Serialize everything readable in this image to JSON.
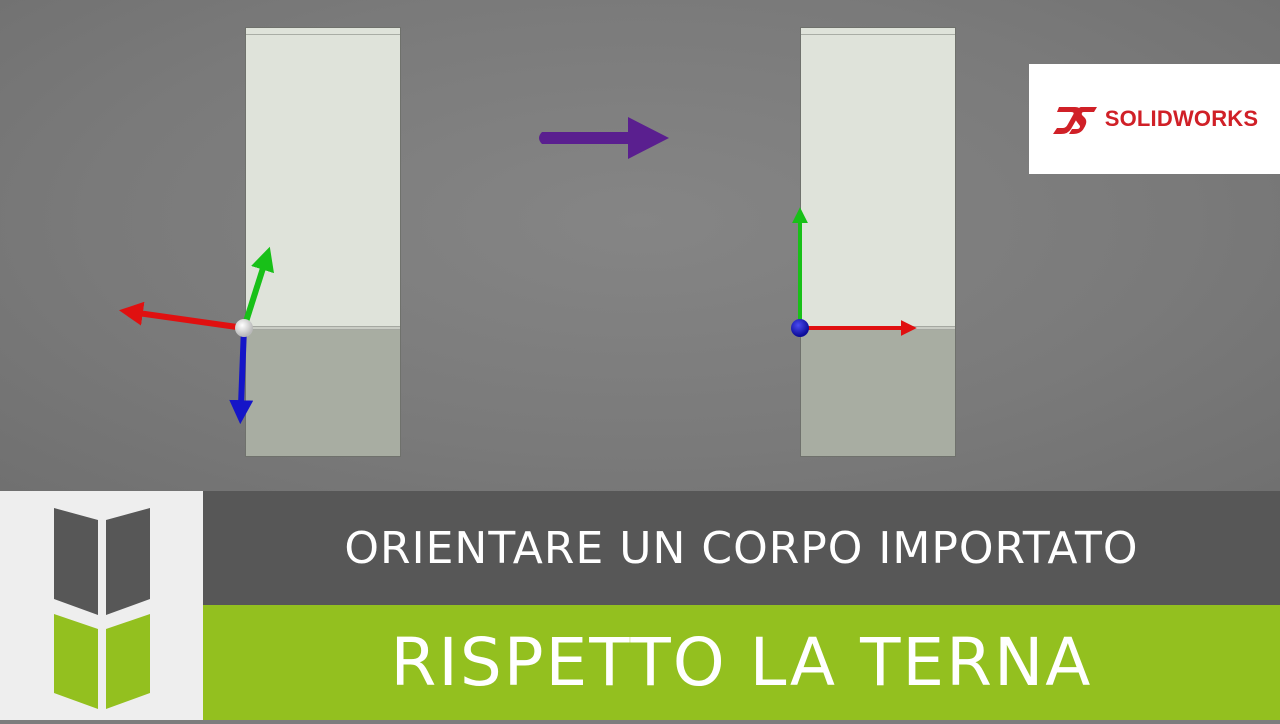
{
  "brand": {
    "logo_text": "SOLIDWORKS",
    "logo_color": "#d02027"
  },
  "title": {
    "line1": "ORIENTARE UN CORPO IMPORTATO",
    "line2": "RISPETTO LA TERNA"
  },
  "colors": {
    "axis_x": "#e01010",
    "axis_y": "#18c018",
    "axis_z": "#1515c8",
    "transition_arrow": "#5a1f8f",
    "banner_dark": "#575757",
    "banner_green": "#93c01f"
  },
  "icons": [
    "axis-triad-icon",
    "transition-arrow-icon",
    "channel-book-icon",
    "ds-logo-icon"
  ]
}
